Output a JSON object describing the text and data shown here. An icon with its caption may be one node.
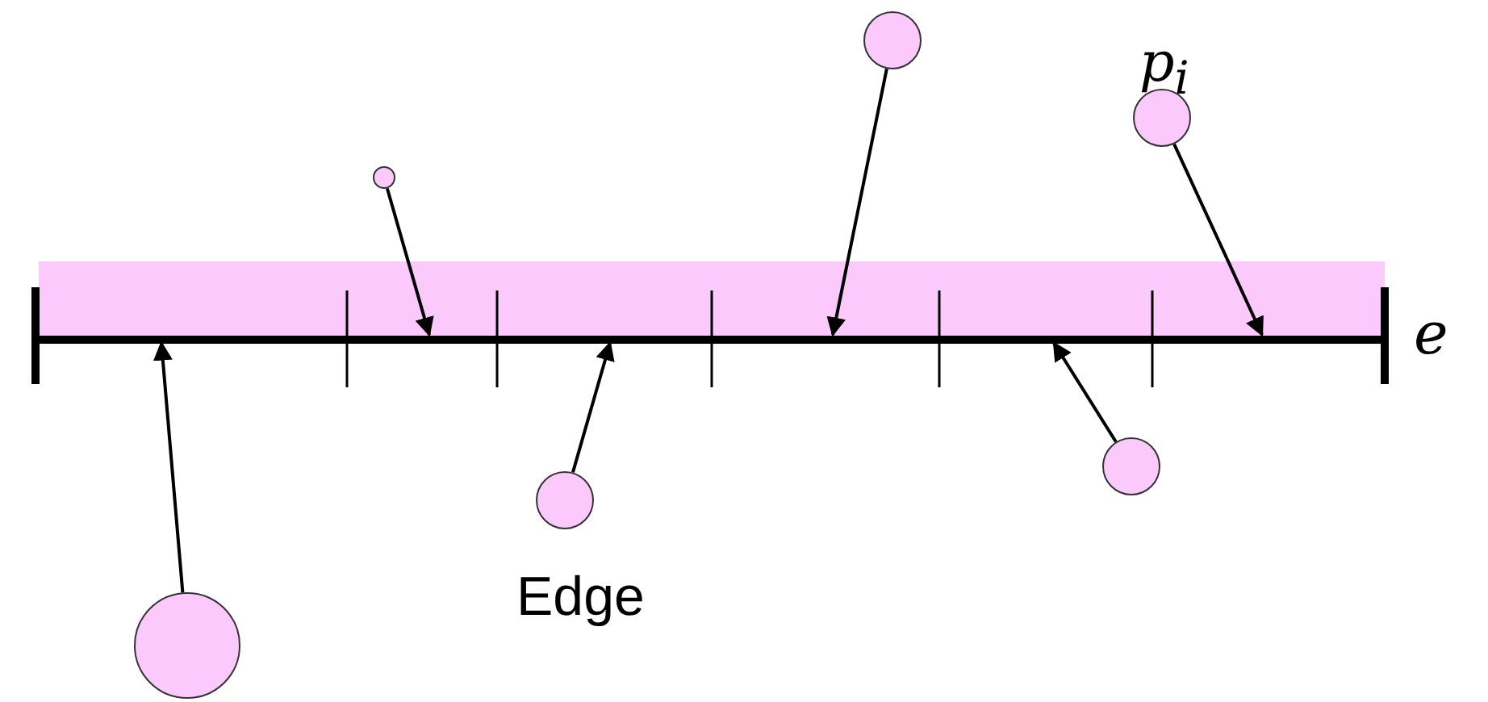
{
  "diagram": {
    "nodes": [
      {
        "text": [],
        "shape": "circle"
      },
      {
        "text": [],
        "shape": "circle"
      },
      {
        "text": [],
        "shape": "circle"
      },
      {
        "text": [],
        "shape": "bar"
      },
      {
        "text": [],
        "shape": "bar"
      },
      {
        "text": [],
        "shape": "bar"
      },
      {
        "text": [],
        "shape": "bar"
      },
      {
        "text": [],
        "shape": "bar"
      },
      {
        "text": [],
        "shape": "bar"
      },
      {
        "text": [],
        "shape": "circle"
      },
      {
        "text": [],
        "shape": "circle"
      },
      {
        "text": [],
        "shape": "circle"
      }
    ],
    "edges": [
      {
        "from": 11,
        "to": 3,
        "arrow": "to"
      },
      {
        "from": 2,
        "to": 4,
        "arrow": "to"
      },
      {
        "from": 10,
        "to": 5,
        "arrow": "to"
      },
      {
        "from": 0,
        "to": 6,
        "arrow": "to"
      },
      {
        "from": 9,
        "to": 7,
        "arrow": "to"
      },
      {
        "from": 1,
        "to": 8,
        "arrow": "to"
      }
    ],
    "labels": [
      "p$_{i}$",
      "e",
      "Edge"
    ]
  }
}
